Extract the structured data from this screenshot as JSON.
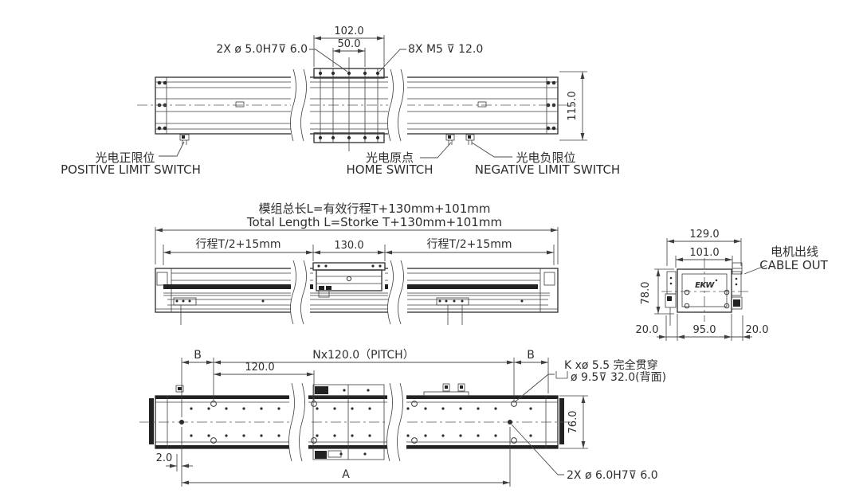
{
  "meta": {
    "background": "#ffffff",
    "line_color": "#3c3c3c"
  },
  "top_view": {
    "dim_width_outer": "102.0",
    "dim_width_inner": "50.0",
    "dim_height": "115.0",
    "note_dowel_holes": "2X ø 5.0H7⊽ 6.0",
    "note_thread_holes": "8X M5 ⊽ 12.0",
    "positive_limit": {
      "cn": "光电正限位",
      "en": "POSITIVE LIMIT SWITCH"
    },
    "home": {
      "cn": "光电原点",
      "en": "HOME SWITCH"
    },
    "negative_limit": {
      "cn": "光电负限位",
      "en": "NEGATIVE LIMIT SWITCH"
    }
  },
  "front_view": {
    "title_cn": "模组总长L=有效行程T+130mm+101mm",
    "title_en": "Total Length L=Storke T+130mm+101mm",
    "dim_stroke_left": "行程T/2+15mm",
    "dim_slider": "130.0",
    "dim_stroke_right": "行程T/2+15mm"
  },
  "side_view": {
    "dim_width_outer": "129.0",
    "dim_width_inner": "101.0",
    "dim_height": "78.0",
    "dim_left_offset": "20.0",
    "dim_base": "95.0",
    "dim_right_offset": "20.0",
    "cable_out": {
      "cn": "电机出线",
      "en": "CABLE OUT"
    },
    "logo": "EKW"
  },
  "bottom_view": {
    "dim_b_left": "B",
    "dim_pitch": "Nx120.0（PITCH）",
    "dim_b_right": "B",
    "dim_first_pitch": "120.0",
    "note_mount_line1": "K xø 5.5 完全贯穿",
    "note_mount_line2": "ø 9.5⊽ 32.0(背面)",
    "dim_height": "76.0",
    "dim_dowel_offset": "2.0",
    "dim_a": "A",
    "note_dowel_holes": "2X ø 6.0H7⊽ 6.0"
  }
}
